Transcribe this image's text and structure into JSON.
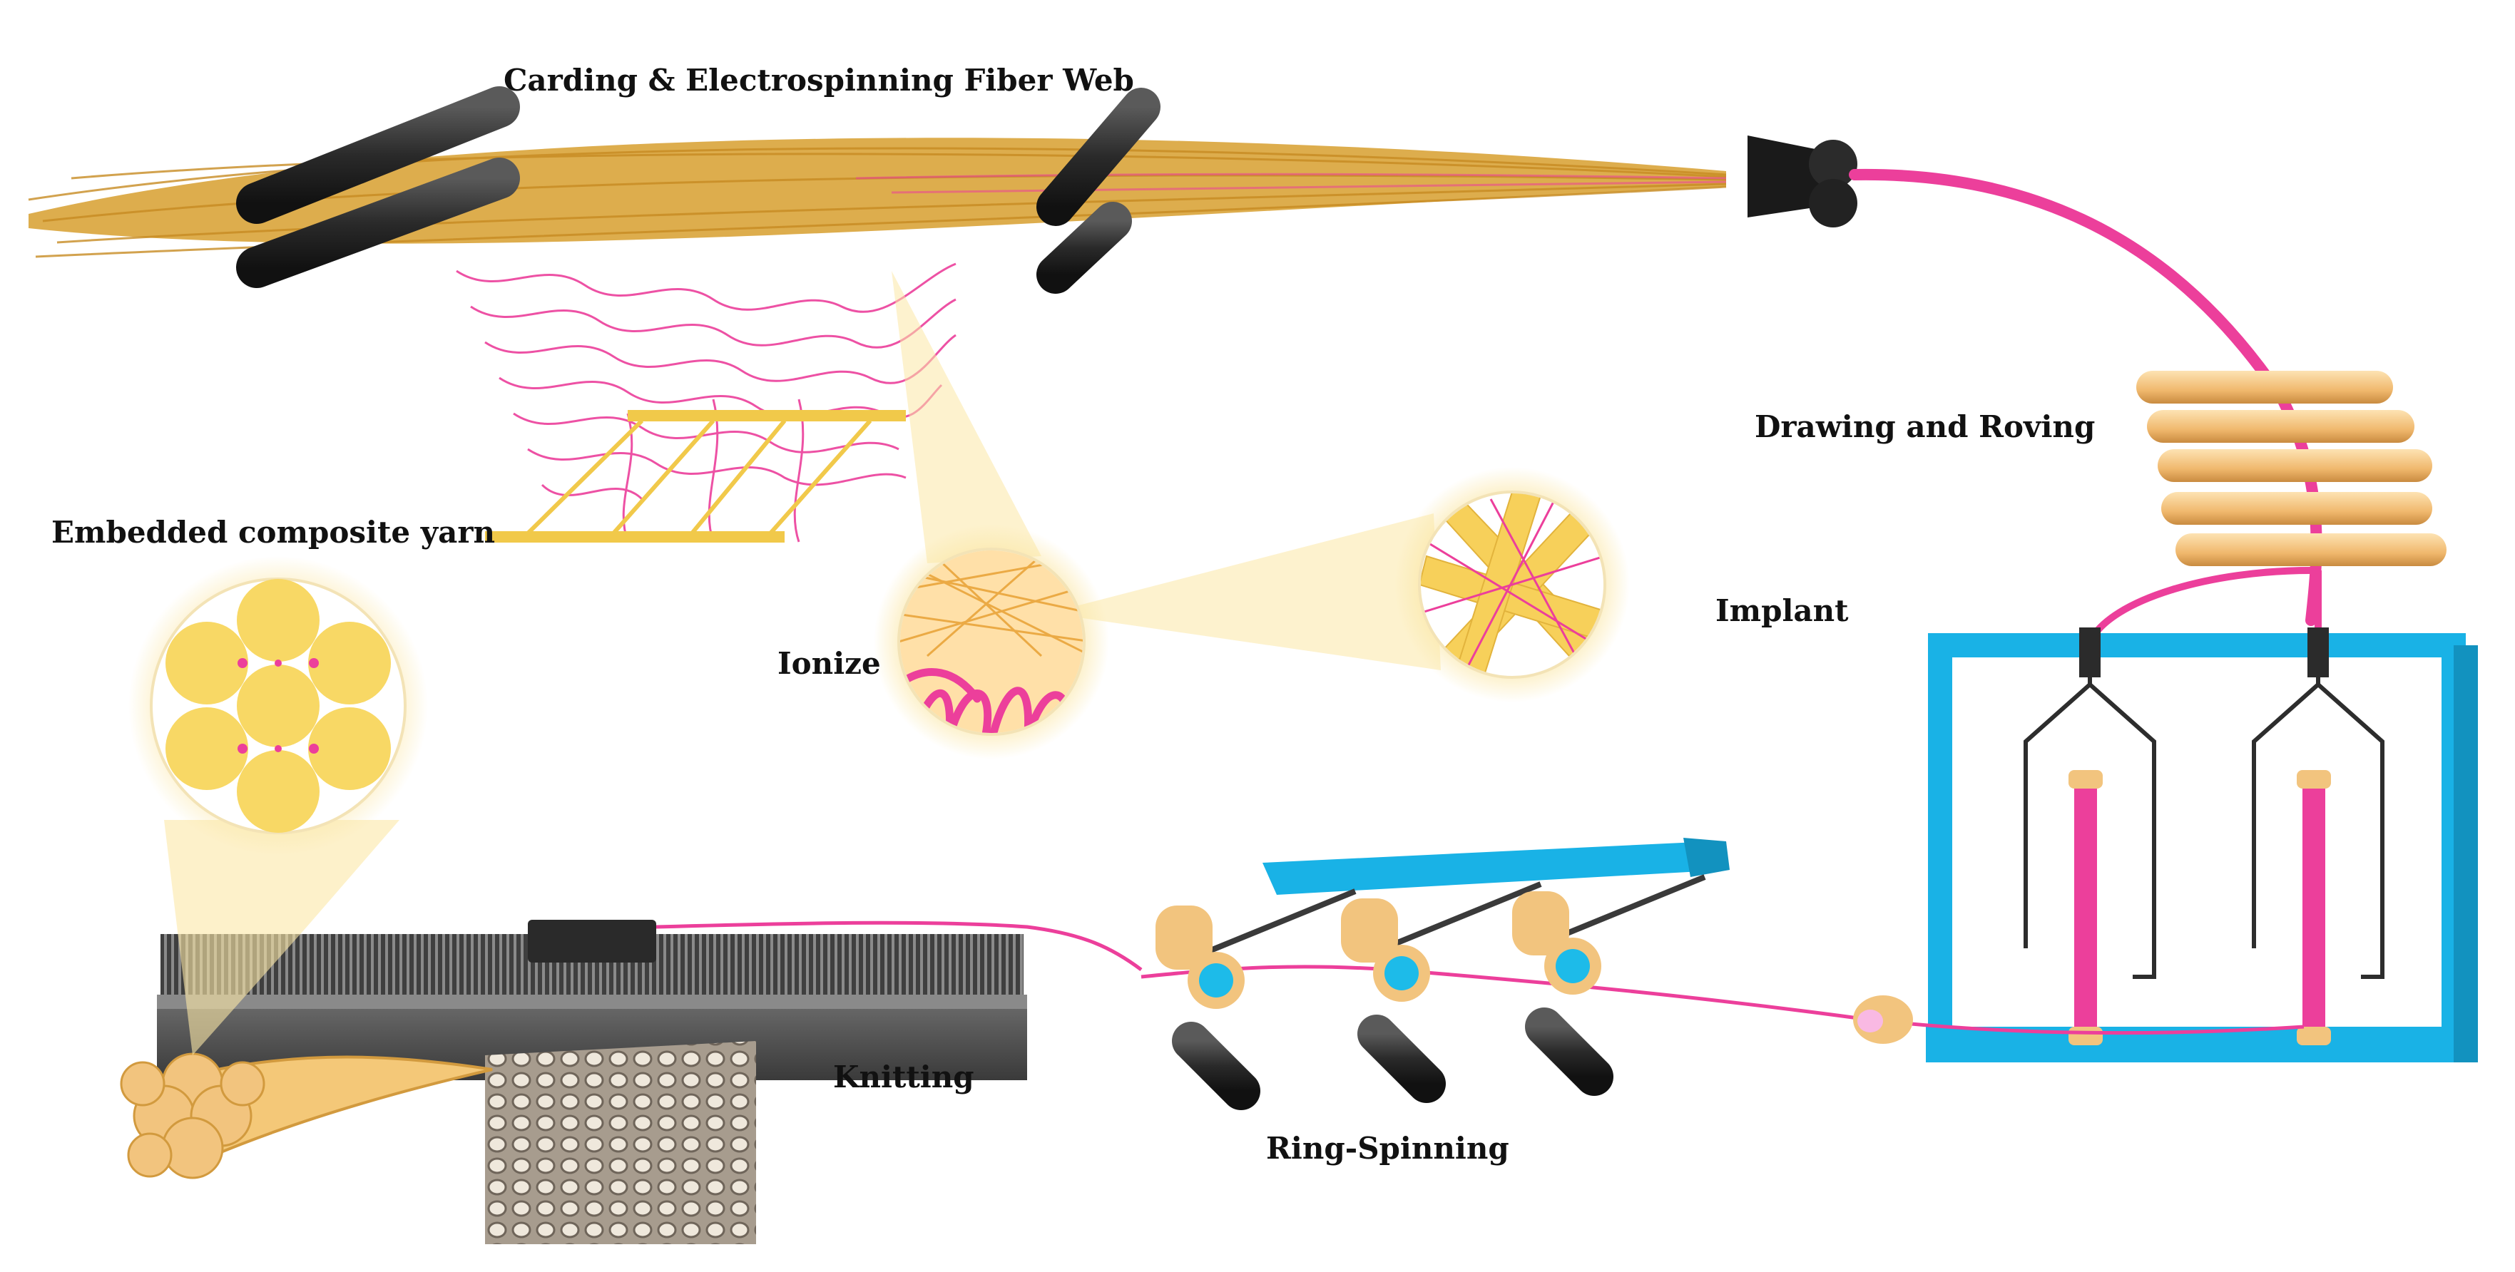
{
  "labels": {
    "carding": "Carding & Electrospinning Fiber Web",
    "drawing": "Drawing and Roving",
    "embedded": "Embedded composite yarn",
    "ionize": "Ionize",
    "implant": "Implant",
    "knitting": "Knitting",
    "ring_spinning": "Ring-Spinning"
  },
  "colors": {
    "fiber_gold": "#d9a43a",
    "fiber_pink": "#ec3f9b",
    "yarn_yellow": "#f6d75f",
    "frame_blue": "#19b2e6",
    "roller_dark": "#2b2b2b",
    "roving_tan": "#f2c47e"
  }
}
